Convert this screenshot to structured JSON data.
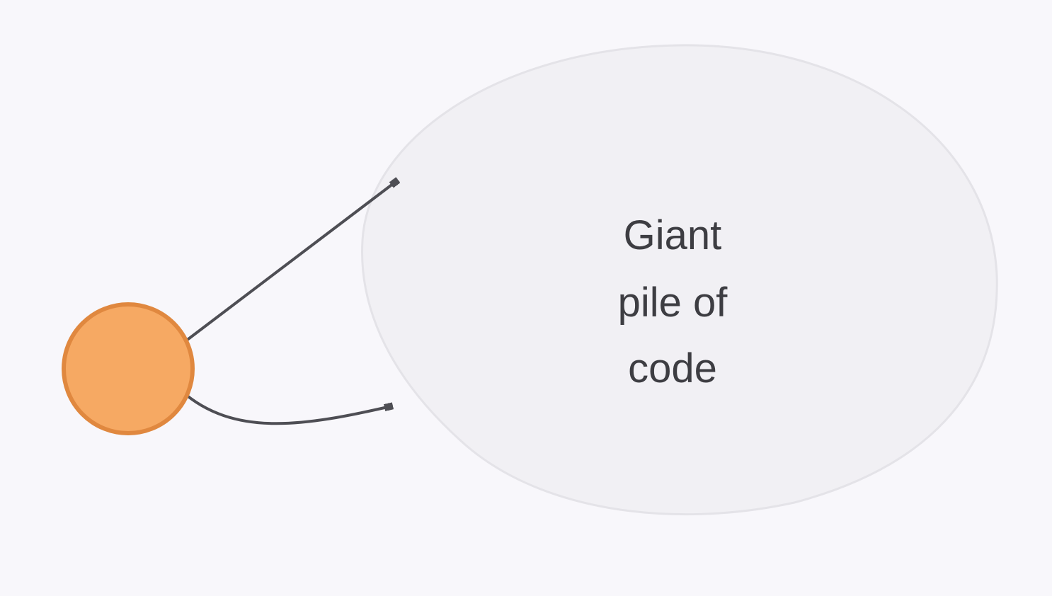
{
  "diagram": {
    "background": "#f8f7fb",
    "blob": {
      "fill": "#f1f0f4",
      "stroke": "#e4e3e8",
      "label_lines": [
        "Giant",
        "pile of",
        "code"
      ],
      "label_color": "#3d3d42"
    },
    "node": {
      "fill": "#f6a963",
      "stroke": "#e0883f"
    },
    "arrows": {
      "color": "#4e4e54"
    }
  }
}
